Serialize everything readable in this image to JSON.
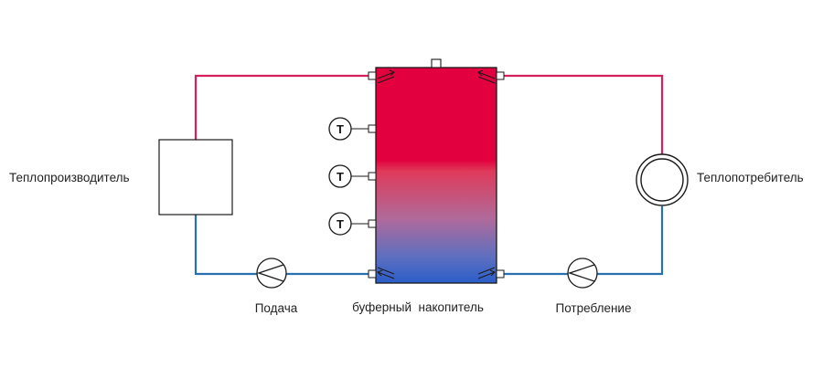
{
  "labels": {
    "heat_producer": "Теплопроизводитель",
    "heat_consumer": "Теплопотребитель",
    "supply_pump": "Подача",
    "buffer_tank": "буферный  накопитель",
    "consumption_pump": "Потребление"
  },
  "sensors": [
    {
      "symbol": "T"
    },
    {
      "symbol": "T"
    },
    {
      "symbol": "T"
    }
  ],
  "colors": {
    "hot_pipe": "#d4215b",
    "cold_pipe": "#2a70b0",
    "tank_hot": "#e2003e",
    "tank_cold": "#2860c8",
    "outline": "#1a1a1a"
  },
  "icons": [
    "pump-icon",
    "pump-icon",
    "temperature-sensor-icon",
    "heat-consumer-icon"
  ]
}
